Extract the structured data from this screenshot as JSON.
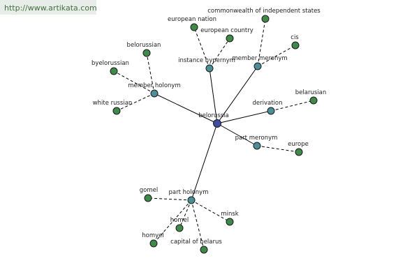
{
  "watermark": "http://www.artikata.com",
  "colors": {
    "center": "#3b4ea0",
    "relation": "#4a8f95",
    "leaf": "#3f8a46"
  },
  "nodes": [
    {
      "id": "belorussia",
      "label": "belorussia",
      "kind": "center"
    },
    {
      "id": "member-holonym",
      "label": "member holonym",
      "kind": "relation"
    },
    {
      "id": "instance-hypernym",
      "label": "instance hypernym",
      "kind": "relation"
    },
    {
      "id": "member-meronym",
      "label": "member meronym",
      "kind": "relation"
    },
    {
      "id": "derivation",
      "label": "derivation",
      "kind": "relation"
    },
    {
      "id": "part-meronym",
      "label": "part meronym",
      "kind": "relation"
    },
    {
      "id": "part-holonym",
      "label": "part holonym",
      "kind": "relation"
    },
    {
      "id": "belorussian",
      "label": "belorussian",
      "kind": "leaf"
    },
    {
      "id": "byelorussian",
      "label": "byelorussian",
      "kind": "leaf"
    },
    {
      "id": "white-russian",
      "label": "white russian",
      "kind": "leaf"
    },
    {
      "id": "european-nation",
      "label": "european nation",
      "kind": "leaf"
    },
    {
      "id": "european-country",
      "label": "european country",
      "kind": "leaf"
    },
    {
      "id": "cis",
      "label": "commonwealth of independent states",
      "kind": "leaf"
    },
    {
      "id": "cis-abbr",
      "label": "cis",
      "kind": "leaf"
    },
    {
      "id": "belarusian",
      "label": "belarusian",
      "kind": "leaf"
    },
    {
      "id": "europe",
      "label": "europe",
      "kind": "leaf"
    },
    {
      "id": "gomel",
      "label": "gomel",
      "kind": "leaf"
    },
    {
      "id": "homel",
      "label": "homel",
      "kind": "leaf"
    },
    {
      "id": "homyel",
      "label": "homyel",
      "kind": "leaf"
    },
    {
      "id": "capital-of-belarus",
      "label": "capital of belarus",
      "kind": "leaf"
    },
    {
      "id": "minsk",
      "label": "minsk",
      "kind": "leaf"
    }
  ],
  "edges": [
    {
      "from": "belorussia",
      "to": "member-holonym",
      "style": "solid"
    },
    {
      "from": "belorussia",
      "to": "instance-hypernym",
      "style": "solid"
    },
    {
      "from": "belorussia",
      "to": "member-meronym",
      "style": "solid"
    },
    {
      "from": "belorussia",
      "to": "derivation",
      "style": "solid"
    },
    {
      "from": "belorussia",
      "to": "part-meronym",
      "style": "solid"
    },
    {
      "from": "belorussia",
      "to": "part-holonym",
      "style": "solid"
    },
    {
      "from": "member-holonym",
      "to": "belorussian",
      "style": "dashed"
    },
    {
      "from": "member-holonym",
      "to": "byelorussian",
      "style": "dashed"
    },
    {
      "from": "member-holonym",
      "to": "white-russian",
      "style": "dashed"
    },
    {
      "from": "instance-hypernym",
      "to": "european-nation",
      "style": "dashed"
    },
    {
      "from": "instance-hypernym",
      "to": "european-country",
      "style": "dashed"
    },
    {
      "from": "member-meronym",
      "to": "cis",
      "style": "dashed"
    },
    {
      "from": "member-meronym",
      "to": "cis-abbr",
      "style": "dashed"
    },
    {
      "from": "derivation",
      "to": "belarusian",
      "style": "dashed"
    },
    {
      "from": "part-meronym",
      "to": "europe",
      "style": "dashed"
    },
    {
      "from": "part-holonym",
      "to": "gomel",
      "style": "dashed"
    },
    {
      "from": "part-holonym",
      "to": "homel",
      "style": "dashed"
    },
    {
      "from": "part-holonym",
      "to": "homyel",
      "style": "dashed"
    },
    {
      "from": "part-holonym",
      "to": "capital-of-belarus",
      "style": "dashed"
    },
    {
      "from": "part-holonym",
      "to": "minsk",
      "style": "dashed"
    }
  ]
}
